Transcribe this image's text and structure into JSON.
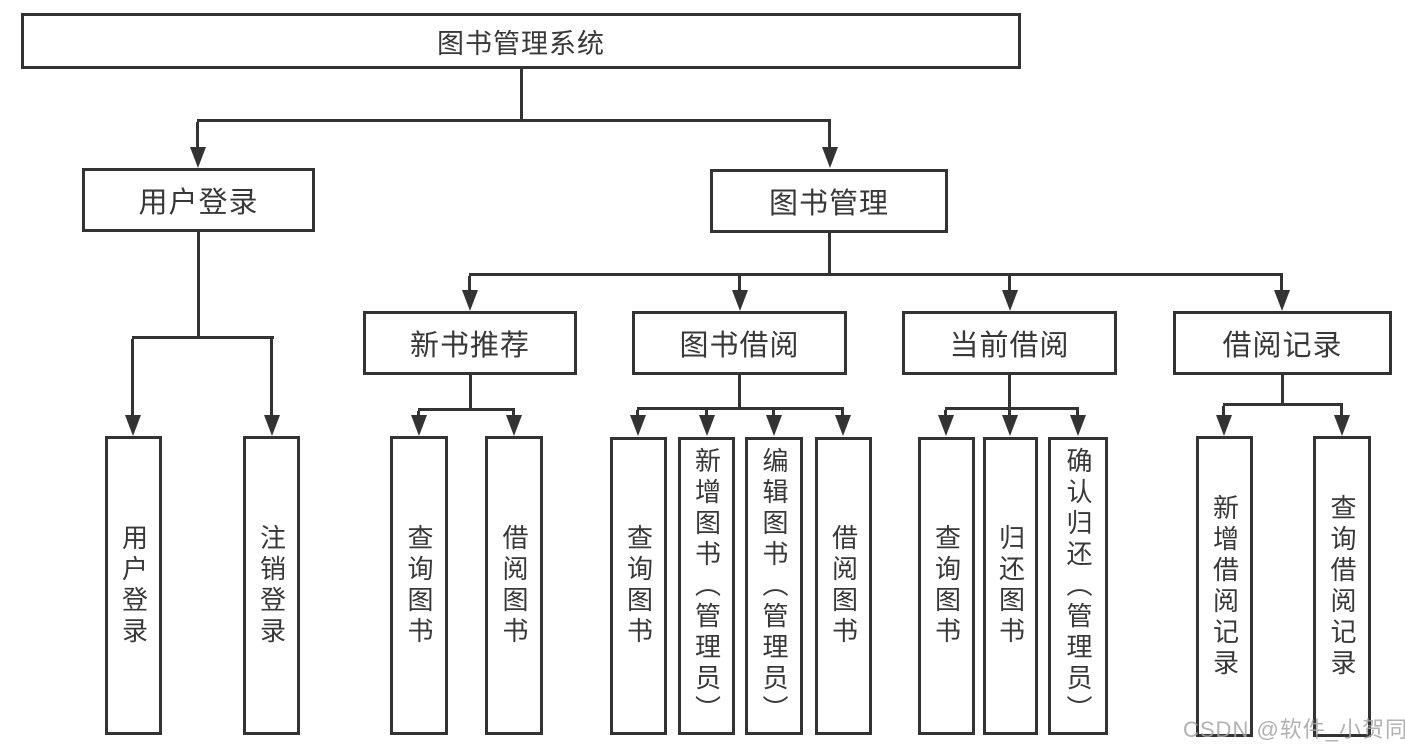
{
  "diagram_type": "system-function-tree",
  "tree": {
    "root": {
      "label": "图书管理系统",
      "children": [
        {
          "label": "用户登录",
          "children": [
            {
              "label": "用户登录"
            },
            {
              "label": "注销登录"
            }
          ]
        },
        {
          "label": "图书管理",
          "children": [
            {
              "label": "新书推荐",
              "children": [
                {
                  "label": "查询图书"
                },
                {
                  "label": "借阅图书"
                }
              ]
            },
            {
              "label": "图书借阅",
              "children": [
                {
                  "label": "查询图书"
                },
                {
                  "label": "新增图书（管理员）"
                },
                {
                  "label": "编辑图书（管理员）"
                },
                {
                  "label": "借阅图书"
                }
              ]
            },
            {
              "label": "当前借阅",
              "children": [
                {
                  "label": "查询图书"
                },
                {
                  "label": "归还图书"
                },
                {
                  "label": "确认归还（管理员）"
                }
              ]
            },
            {
              "label": "借阅记录",
              "children": [
                {
                  "label": "新增借阅记录"
                },
                {
                  "label": "查询借阅记录"
                }
              ]
            }
          ]
        }
      ]
    }
  },
  "watermark": {
    "text": "CSDN @软件_小贺同学"
  },
  "colors": {
    "line": "#333333",
    "text": "#383838",
    "background": "#ffffff",
    "watermark": "#a5a5a5"
  }
}
